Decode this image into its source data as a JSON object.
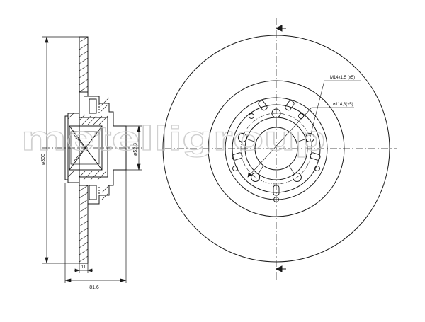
{
  "drawing": {
    "watermark": "metelligroup",
    "labels": {
      "outer_diameter": "ø300",
      "bore_diameter": "ø52,3",
      "disc_thickness": "11",
      "total_height": "81,6",
      "bolt_thread": "M14x1,5 (x5)",
      "pitch_circle": "ø114,3(x5)"
    }
  },
  "colors": {
    "line": "#1a1a1a",
    "watermark": "#c8c8c8",
    "background": "#ffffff"
  }
}
